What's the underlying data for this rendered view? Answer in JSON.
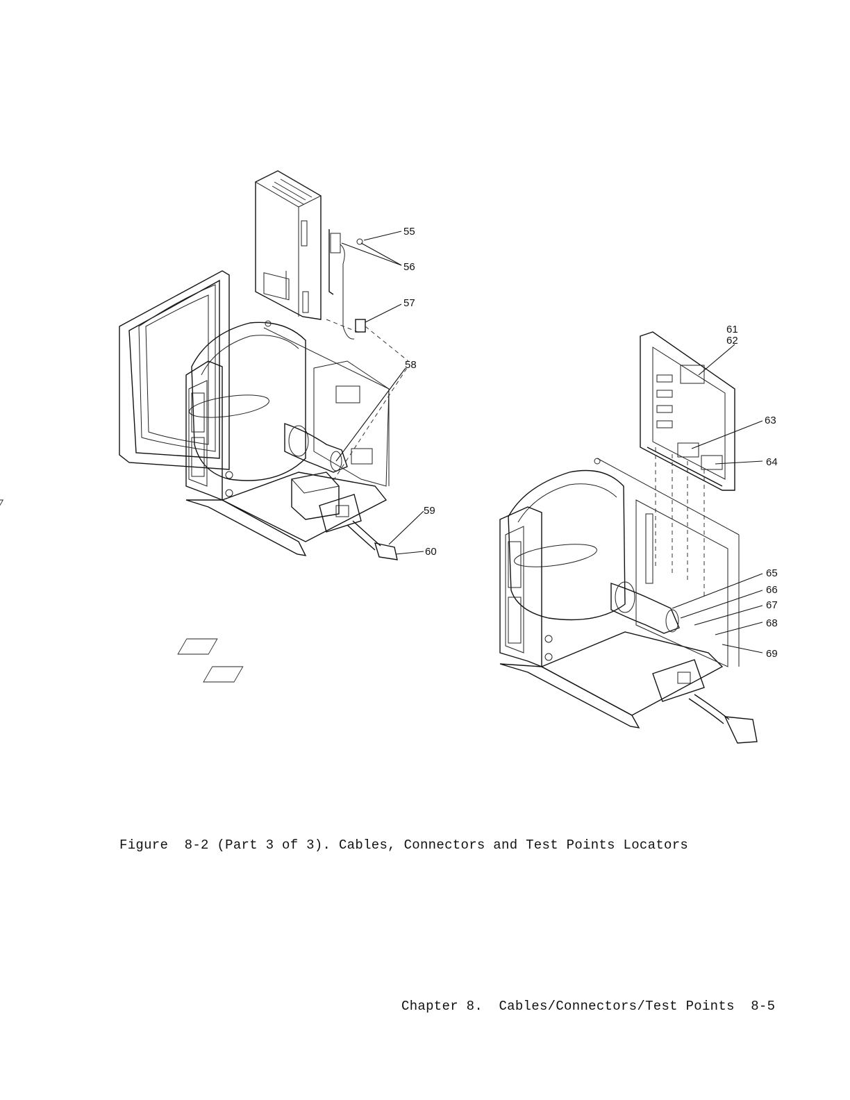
{
  "figure": {
    "callouts_left": [
      "55",
      "56",
      "57",
      "58",
      "59",
      "60"
    ],
    "callouts_right": [
      "61",
      "62",
      "63",
      "64",
      "65",
      "66",
      "67",
      "68",
      "69"
    ]
  },
  "caption": {
    "label": "Figure",
    "text": "8-2 (Part 3 of 3). Cables, Connectors and Test Points Locators"
  },
  "footer": {
    "chapter": "Chapter 8.",
    "section": "Cables/Connectors/Test Points",
    "page_number": "8-5"
  }
}
